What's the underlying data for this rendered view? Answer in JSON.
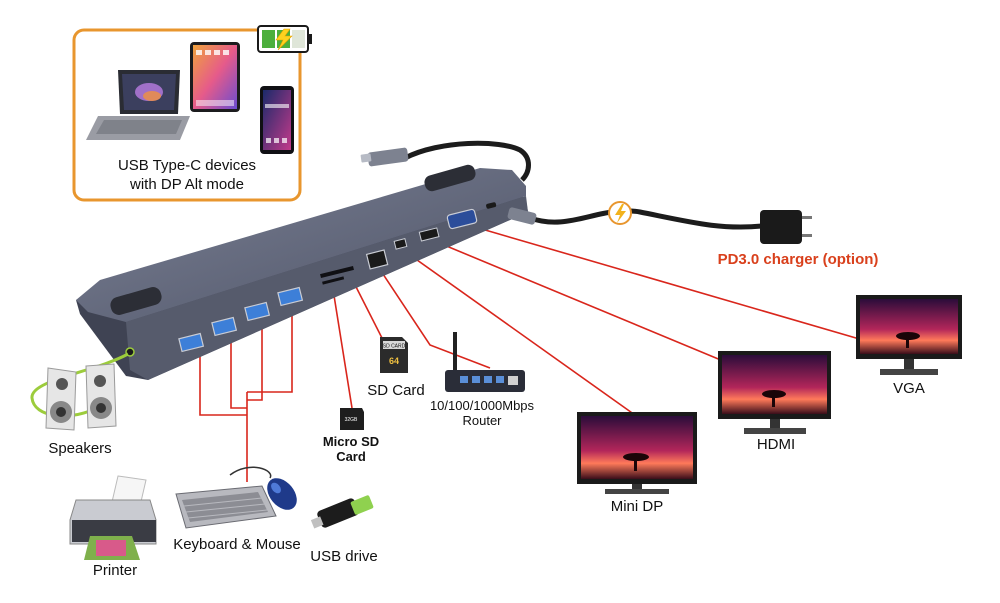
{
  "labels": {
    "devices_line1": "USB Type-C devices",
    "devices_line2": "with  DP Alt mode",
    "charger": "PD3.0 charger (option)",
    "vga": "VGA",
    "hdmi": "HDMI",
    "mini_dp": "Mini DP",
    "router_line1": "10/100/1000Mbps",
    "router_line2": "Router",
    "sd_card": "SD Card",
    "micro_sd_line1": "Micro SD",
    "micro_sd_line2": "Card",
    "speakers": "Speakers",
    "printer": "Printer",
    "keyboard_mouse": "Keyboard & Mouse",
    "usb_drive": "USB drive"
  },
  "card_text": {
    "sd_card": "SD CARD",
    "sd_capacity": "64",
    "micro_sd": "32GB"
  },
  "colors": {
    "device_frame": "#e8962e",
    "connection_line": "#d9261c",
    "charger_label": "#d9401c",
    "hub_body": "#5c6275",
    "speaker_cable": "#9ccc3c"
  }
}
